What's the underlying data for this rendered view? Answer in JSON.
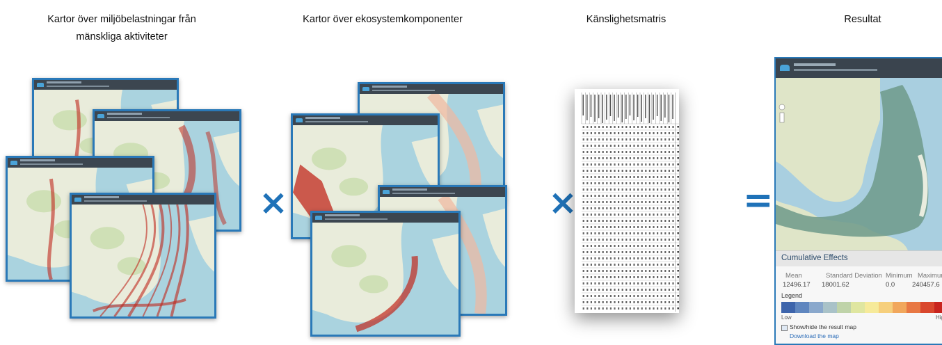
{
  "columns": [
    {
      "line1": "Kartor över miljöbelastningar från",
      "line2": "mänskliga aktiviteter"
    },
    {
      "line1": "Kartor över ekosystemkomponenter"
    },
    {
      "line1": "Känslighetsmatris"
    },
    {
      "line1": "Resultat"
    }
  ],
  "operators": {
    "multiply": "×",
    "equals": "="
  },
  "result_panel": {
    "title": "Cumulative Effects",
    "headers": [
      "Mean",
      "Standard Deviation",
      "Minimum",
      "Maximum"
    ],
    "values": [
      "12496.17",
      "18001.62",
      "0.0",
      "240457.6"
    ],
    "legend_label": "Legend",
    "low_label": "Low",
    "high_label": "Hig",
    "ramp_colors": [
      "#3d64ab",
      "#5f86bf",
      "#8aa8cc",
      "#a9c2c8",
      "#bfd3a9",
      "#dfe6a0",
      "#f6ea9a",
      "#f6cf7c",
      "#f1a75c",
      "#e87844",
      "#d9472d",
      "#c8241e"
    ],
    "checkbox_label": "Show/hide the result map",
    "download_link": "Download the map"
  },
  "colors": {
    "accent": "#1f72b8",
    "frame": "#2a79b8",
    "pressure": "#c0281c"
  }
}
